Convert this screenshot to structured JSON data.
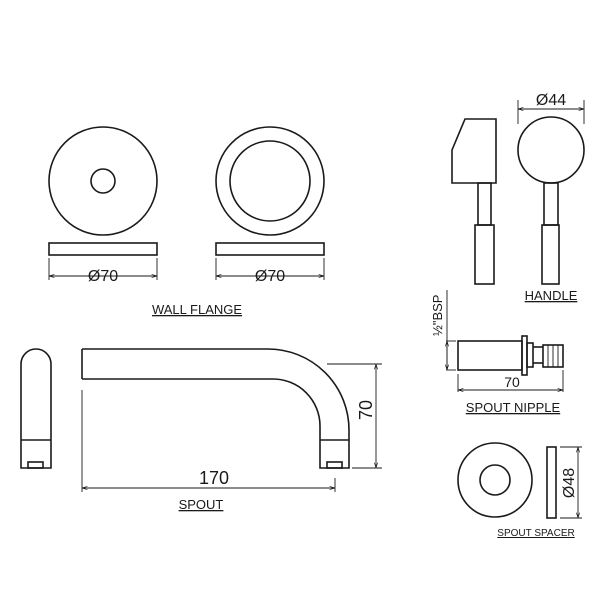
{
  "wall_flange": {
    "label": "WALL FLANGE",
    "dim_left": "Ø70",
    "dim_right": "Ø70"
  },
  "handle": {
    "label": "HANDLE",
    "dim": "Ø44"
  },
  "spout_nipple": {
    "label": "SPOUT NIPPLE",
    "dim_length": "70",
    "dim_thread": "½\"BSP"
  },
  "spout": {
    "label": "SPOUT",
    "dim_length": "170",
    "dim_height": "70"
  },
  "spout_spacer": {
    "label": "SPOUT SPACER",
    "dim": "Ø48"
  }
}
